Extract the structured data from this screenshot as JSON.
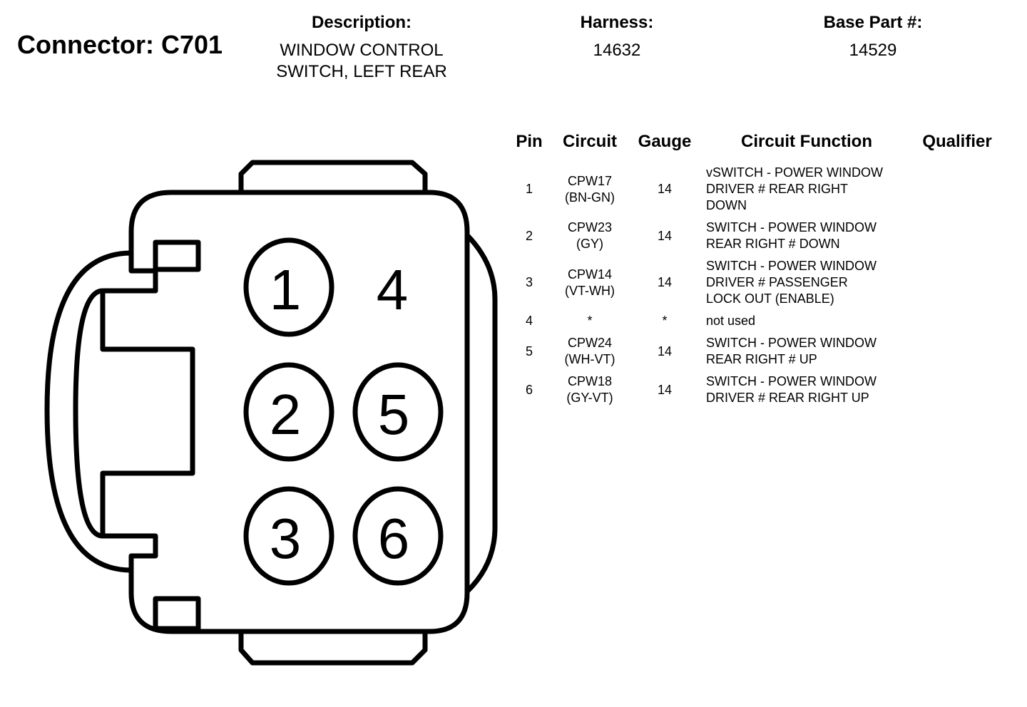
{
  "connector": {
    "title": "Connector: C701"
  },
  "header": {
    "description_label": "Description:",
    "description_lines": [
      "WINDOW CONTROL",
      "SWITCH, LEFT REAR"
    ],
    "harness_label": "Harness:",
    "harness_value": "14632",
    "base_part_label": "Base Part #:",
    "base_part_value": "14529"
  },
  "table": {
    "headers": {
      "pin": "Pin",
      "circuit": "Circuit",
      "gauge": "Gauge",
      "function": "Circuit Function",
      "qualifier": "Qualifier"
    },
    "rows": [
      {
        "pin": "1",
        "circuit": "CPW17",
        "color": "(BN-GN)",
        "gauge": "14",
        "function": [
          "vSWITCH - POWER WINDOW",
          "DRIVER # REAR RIGHT",
          "DOWN"
        ],
        "qualifier": ""
      },
      {
        "pin": "2",
        "circuit": "CPW23",
        "color": "(GY)",
        "gauge": "14",
        "function": [
          "SWITCH - POWER WINDOW",
          "REAR RIGHT # DOWN"
        ],
        "qualifier": ""
      },
      {
        "pin": "3",
        "circuit": "CPW14",
        "color": "(VT-WH)",
        "gauge": "14",
        "function": [
          "SWITCH - POWER WINDOW",
          "DRIVER # PASSENGER",
          "LOCK OUT (ENABLE)"
        ],
        "qualifier": ""
      },
      {
        "pin": "4",
        "circuit": "*",
        "color": "",
        "gauge": "*",
        "function": [
          "not used"
        ],
        "qualifier": ""
      },
      {
        "pin": "5",
        "circuit": "CPW24",
        "color": "(WH-VT)",
        "gauge": "14",
        "function": [
          "SWITCH - POWER WINDOW",
          "REAR RIGHT # UP"
        ],
        "qualifier": ""
      },
      {
        "pin": "6",
        "circuit": "CPW18",
        "color": "(GY-VT)",
        "gauge": "14",
        "function": [
          "SWITCH - POWER WINDOW",
          "DRIVER # REAR RIGHT UP"
        ],
        "qualifier": ""
      }
    ]
  },
  "diagram": {
    "cavity_labels": [
      "1",
      "4",
      "2",
      "5",
      "3",
      "6"
    ]
  }
}
